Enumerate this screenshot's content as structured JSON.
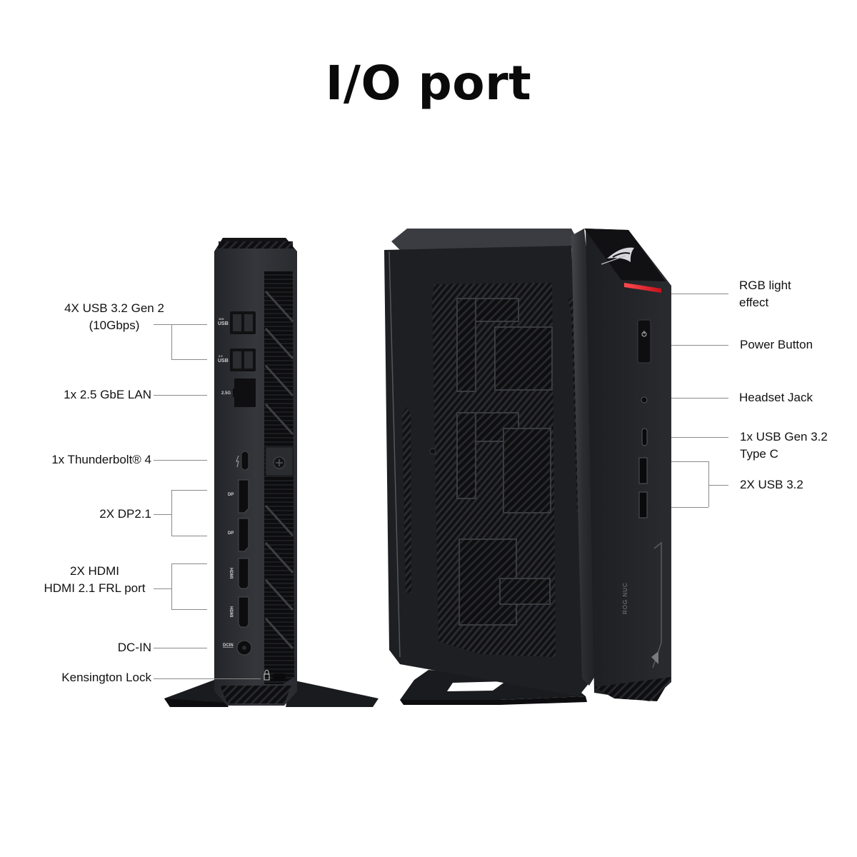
{
  "title": "I/O port",
  "rear_panel": {
    "labels": [
      {
        "id": "usb-gen2",
        "lines": [
          "4X USB 3.2 Gen 2",
          "(10Gbps)"
        ]
      },
      {
        "id": "lan",
        "lines": [
          "1x 2.5 GbE LAN"
        ]
      },
      {
        "id": "thunderbolt",
        "lines": [
          "1x Thunderbolt® 4"
        ]
      },
      {
        "id": "dp",
        "lines": [
          "2X DP2.1"
        ]
      },
      {
        "id": "hdmi",
        "lines": [
          "2X HDMI",
          "HDMI 2.1 FRL port"
        ]
      },
      {
        "id": "dc-in",
        "lines": [
          "DC-IN"
        ]
      },
      {
        "id": "kensington",
        "lines": [
          "Kensington Lock"
        ]
      }
    ],
    "port_markings": {
      "usb_top": "USB",
      "usb_top_sub": "10G",
      "usb_bottom": "USB",
      "usb_bottom_sub": "2.0",
      "lan": "2.5G",
      "dp1": "DP",
      "dp2": "DP",
      "hdmi1": "HDMI",
      "hdmi2": "HDMI",
      "dcin": "DCIN"
    }
  },
  "front_panel": {
    "labels": [
      {
        "id": "rgb",
        "lines": [
          "RGB light",
          "effect"
        ]
      },
      {
        "id": "power",
        "lines": [
          "Power Button"
        ]
      },
      {
        "id": "headset",
        "lines": [
          "Headset Jack"
        ]
      },
      {
        "id": "usb-c",
        "lines": [
          "1x USB Gen 3.2",
          "Type C"
        ]
      },
      {
        "id": "usb-a",
        "lines": [
          "2X USB 3.2"
        ]
      }
    ],
    "side_text": "ROG NUC"
  },
  "colors": {
    "background": "#ffffff",
    "text": "#111111",
    "leader_line": "#8a8a8a",
    "chassis_dark": "#1b1c1f",
    "chassis_mid": "#2a2b2f",
    "panel_light": "#3a3b40",
    "rgb_accent": "#e0202a"
  }
}
